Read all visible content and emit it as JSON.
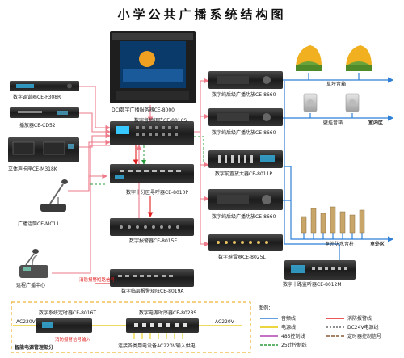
{
  "title": "小学公共广播系统结构图",
  "colors": {
    "audio": "#2f7fd6",
    "power": "#e6c800",
    "rs485": "#b040b0",
    "control25": "#2a9a3a",
    "fire": "#e02020",
    "dc24": "#6a6a6a",
    "timer": "#8a5a3a"
  },
  "devices": {
    "tuner": "数字调谐器CE-F308R",
    "cd": "播放器CE-CD52",
    "tape": "立体声卡座CE-M318K",
    "mic1": "广播话筒CE-MC11",
    "remote": "远程广播中心",
    "server": "DCI数字广播服务器CE-8000",
    "matrix": "数字音频矩阵CE-8816S",
    "pager": "数字十分区寻呼器CE-8010P",
    "alarm": "数字报警器CE-8015E",
    "floor_alarm": "数字临层报警矩阵CE-8019A",
    "amp1": "数字纯后级广播功放CE-8660",
    "amp2": "数字纯后级广播功放CE-8660",
    "preamp": "数字前置放大器CE-8011P",
    "amp3": "数字纯后级广播功放CE-8660",
    "mixer": "数字避雷器CE-8025L",
    "monitor": "数字十路监听器CE-8012M",
    "power_ctrl": "数字系统定时器CE-8016T",
    "power_seq": "数字电源时序器CE-8028S"
  },
  "zones": {
    "lawn": "草坪音箱",
    "wall": "壁挂音箱",
    "indoor": "室内区",
    "column": "室外防水音柱",
    "outdoor": "室外区"
  },
  "labels": {
    "fire_in": "消防报警短路信号",
    "fire_in2": "消防报警信号输入",
    "ac_left": "AC220V",
    "ac_right": "AC220V",
    "power_note": "连接各类用电设备AC220V输入供电",
    "power_section": "智能电源管理部分"
  },
  "legend": {
    "title": "图例：",
    "items": [
      {
        "name": "音频线",
        "key": "audio"
      },
      {
        "name": "电源线",
        "key": "power"
      },
      {
        "name": "485控制线",
        "key": "rs485"
      },
      {
        "name": "25针控制线",
        "key": "control25"
      },
      {
        "name": "消防报警线",
        "key": "fire"
      },
      {
        "name": "DC24V电源线",
        "key": "dc24"
      },
      {
        "name": "定时器控制信号",
        "key": "timer"
      }
    ]
  }
}
